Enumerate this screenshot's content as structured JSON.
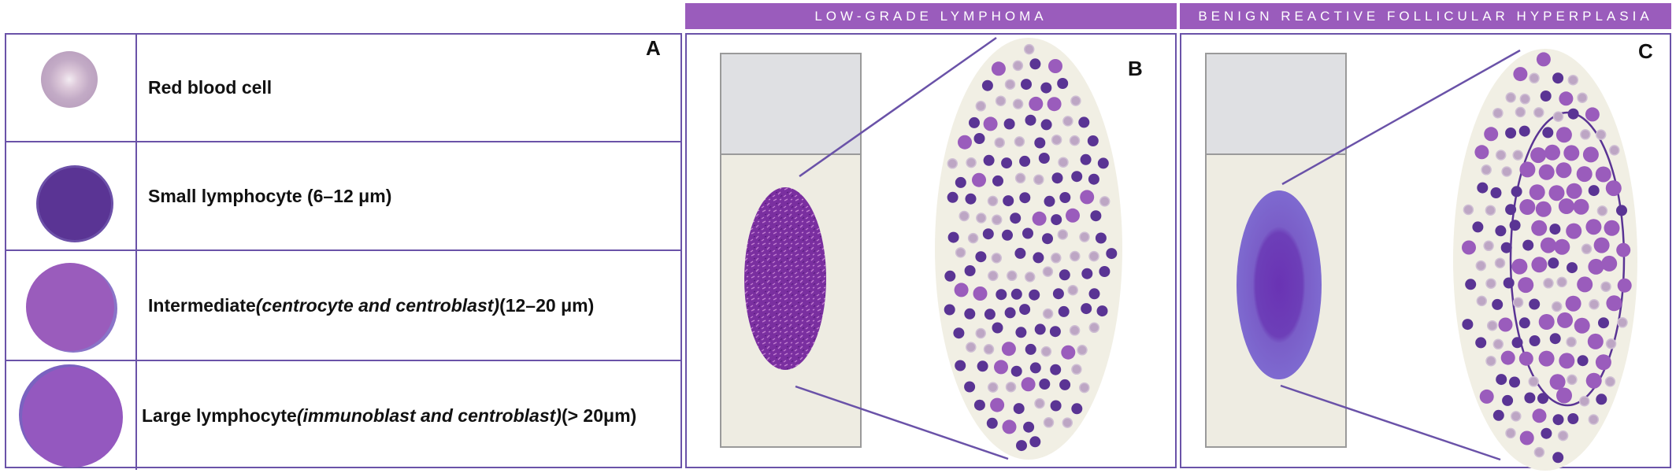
{
  "legend": {
    "letter": "A",
    "rows": [
      {
        "label": "Red blood cell",
        "label_italic": "",
        "label_suffix": ""
      },
      {
        "label": "Small lymphocyte (6–12 μm)",
        "label_italic": "",
        "label_suffix": ""
      },
      {
        "label": "Intermediate ",
        "label_italic": "(centrocyte and centroblast)",
        "label_suffix": " (12–20 μm)"
      },
      {
        "label": "Large lymphocyte ",
        "label_italic": "(immunoblast and centroblast)",
        "label_suffix": " (> 20μm)"
      }
    ]
  },
  "panel_b": {
    "header": "LOW-GRADE LYMPHOMA",
    "letter": "B"
  },
  "panel_c": {
    "header": "BENIGN REACTIVE FOLLICULAR HYPERPLASIA",
    "letter": "C"
  },
  "colors": {
    "border": "#6a52a8",
    "header_bg": "#9a5cbc",
    "rbc": "#bda6c4",
    "small_lymphocyte": "#5a3494",
    "intermediate": "#9a5cbc",
    "large": "#9458bf",
    "slide_frosted": "#dfe0e3",
    "slide_glass": "#eeece2",
    "smear_background": "#f1efe4"
  }
}
